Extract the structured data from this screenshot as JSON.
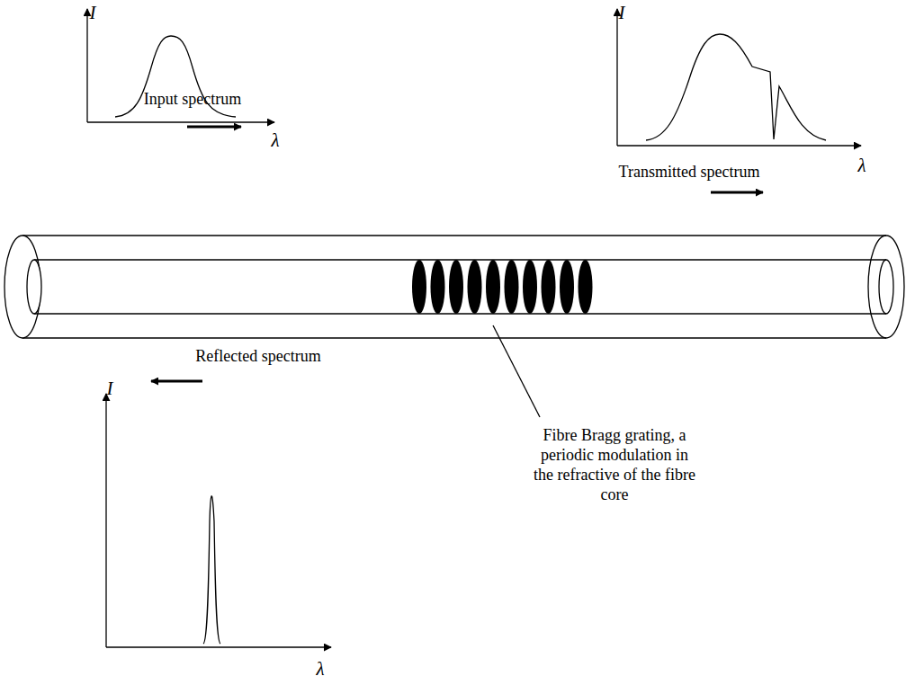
{
  "diagram": {
    "labels": [
      "I",
      "λ",
      "Input spectrum",
      "I",
      "λ",
      "Transmitted spectrum",
      "Reflected spectrum",
      "I",
      "λ",
      "Fibre Bragg grating, a periodic modulation in the refractive of the fibre core"
    ]
  }
}
